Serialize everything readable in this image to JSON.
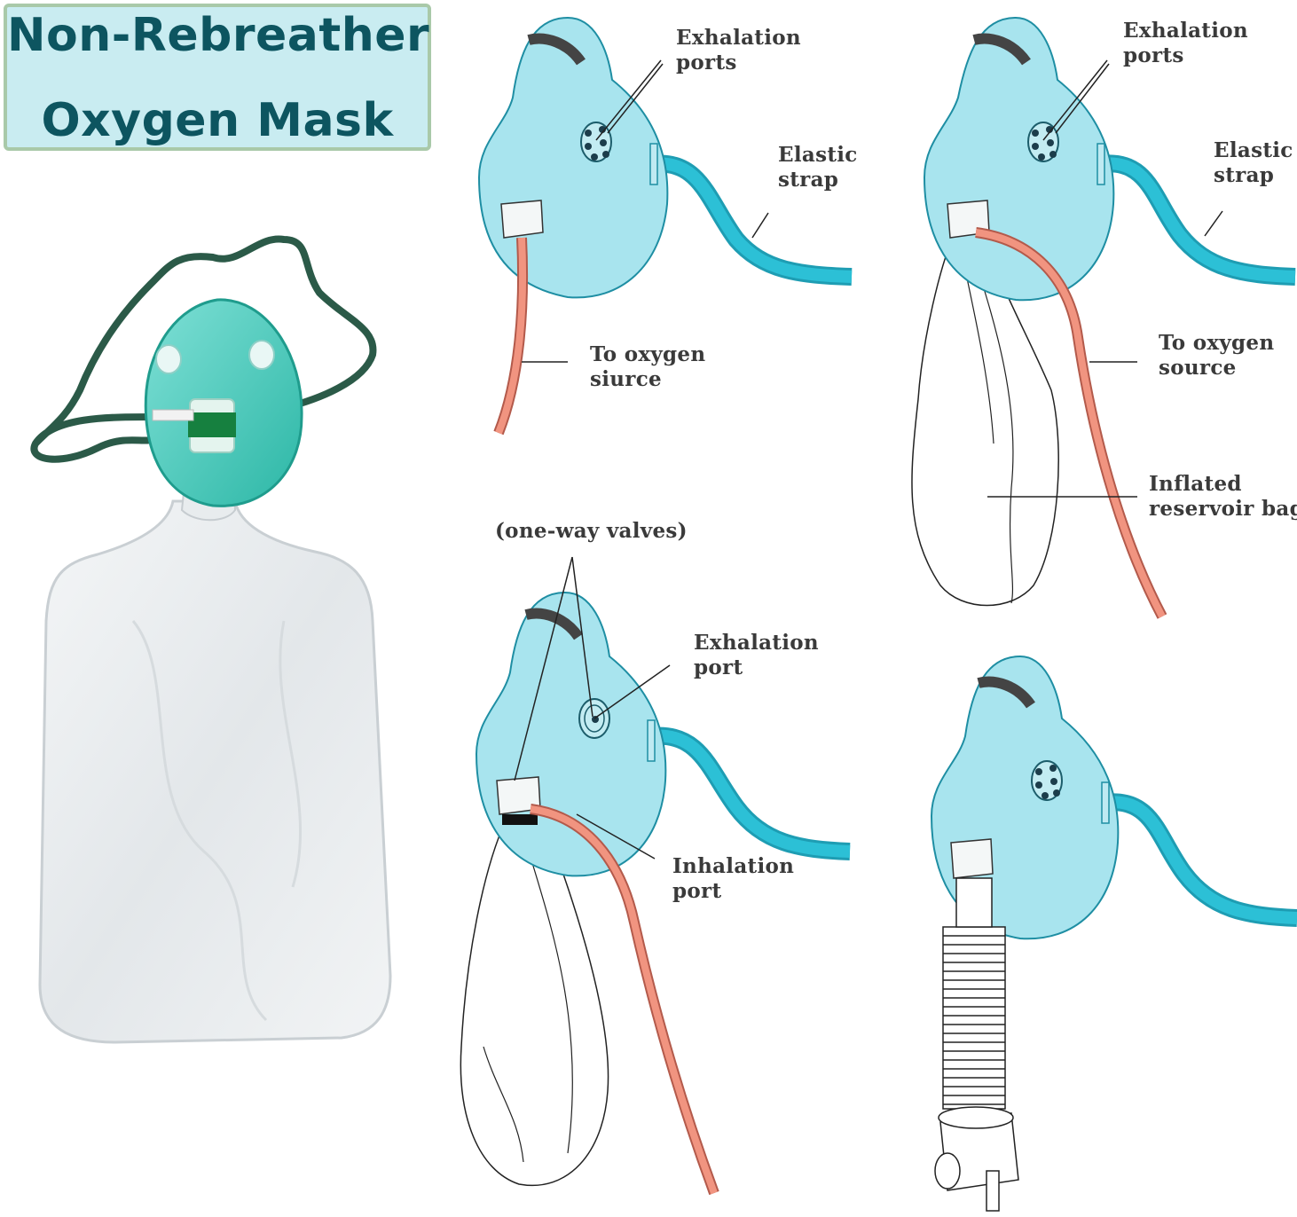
{
  "title": {
    "line1": "Non-Rebreather",
    "line2": "Oxygen Mask"
  },
  "labels": {
    "d1_exhalation": "Exhalation",
    "d1_ports": "ports",
    "d1_elastic": "Elastic",
    "d1_strap": "strap",
    "d1_to_oxygen": "To oxygen",
    "d1_siurce": "siurce",
    "d2_exhalation": "Exhalation",
    "d2_ports": "ports",
    "d2_elastic": "Elastic",
    "d2_strap": "strap",
    "d2_to_oxygen": "To oxygen",
    "d2_source": "source",
    "d2_inflated": "Inflated",
    "d2_reservoir": "reservoir bag",
    "d3_valves": "(one-way valves)",
    "d3_exhalation": "Exhalation",
    "d3_port": "port",
    "d3_inhalation": "Inhalation",
    "d3_port2": "port"
  },
  "colors": {
    "title_bg": "#c9ecf1",
    "title_border": "#a9c9a9",
    "title_text": "#0d5560",
    "mask_fill": "#a8e4ee",
    "strap_tube": "#1fb3c9",
    "oxygen_tube": "#f19480",
    "label_text": "#3a3a3a"
  }
}
